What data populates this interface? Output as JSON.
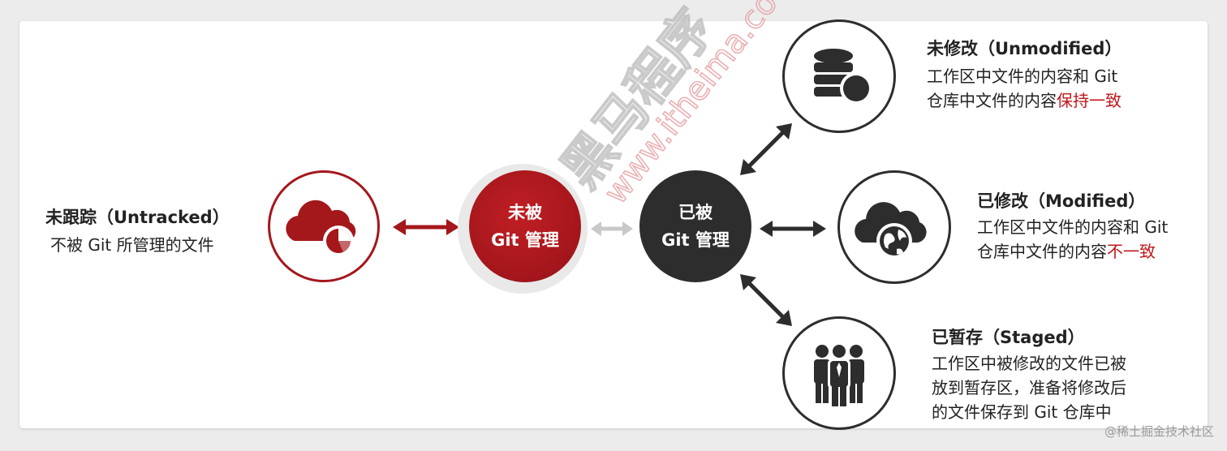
{
  "watermark": {
    "cn": "黑马程序",
    "en": "www.itheima.co"
  },
  "footer": "@稀土掘金技术社区",
  "untracked": {
    "title": "未跟踪（Untracked）",
    "desc": "不被 Git 所管理的文件",
    "icon": "cloud-chart-icon"
  },
  "not_managed": {
    "line1": "未被",
    "line2": "Git 管理"
  },
  "managed": {
    "line1": "已被",
    "line2": "Git 管理"
  },
  "unmodified": {
    "title": "未修改（Unmodified）",
    "desc1": "工作区中文件的内容和 Git",
    "desc2_prefix": "仓库中文件的内容",
    "desc2_highlight": "保持一致",
    "icon": "database-icon"
  },
  "modified": {
    "title": "已修改（Modified）",
    "desc1": "工作区中文件的内容和 Git",
    "desc2_prefix": "仓库中文件的内容",
    "desc2_highlight": "不一致",
    "icon": "cloud-globe-icon"
  },
  "staged": {
    "title": "已暂存（Staged）",
    "desc1": "工作区中被修改的文件已被",
    "desc2": "放到暂存区，准备将修改后",
    "desc3": "的文件保存到 Git 仓库中",
    "icon": "people-icon"
  },
  "colors": {
    "red": "#a4171b",
    "dark": "#2d2d2d",
    "highlight": "#c0171c",
    "grey_arrow": "#c8c8c8"
  }
}
